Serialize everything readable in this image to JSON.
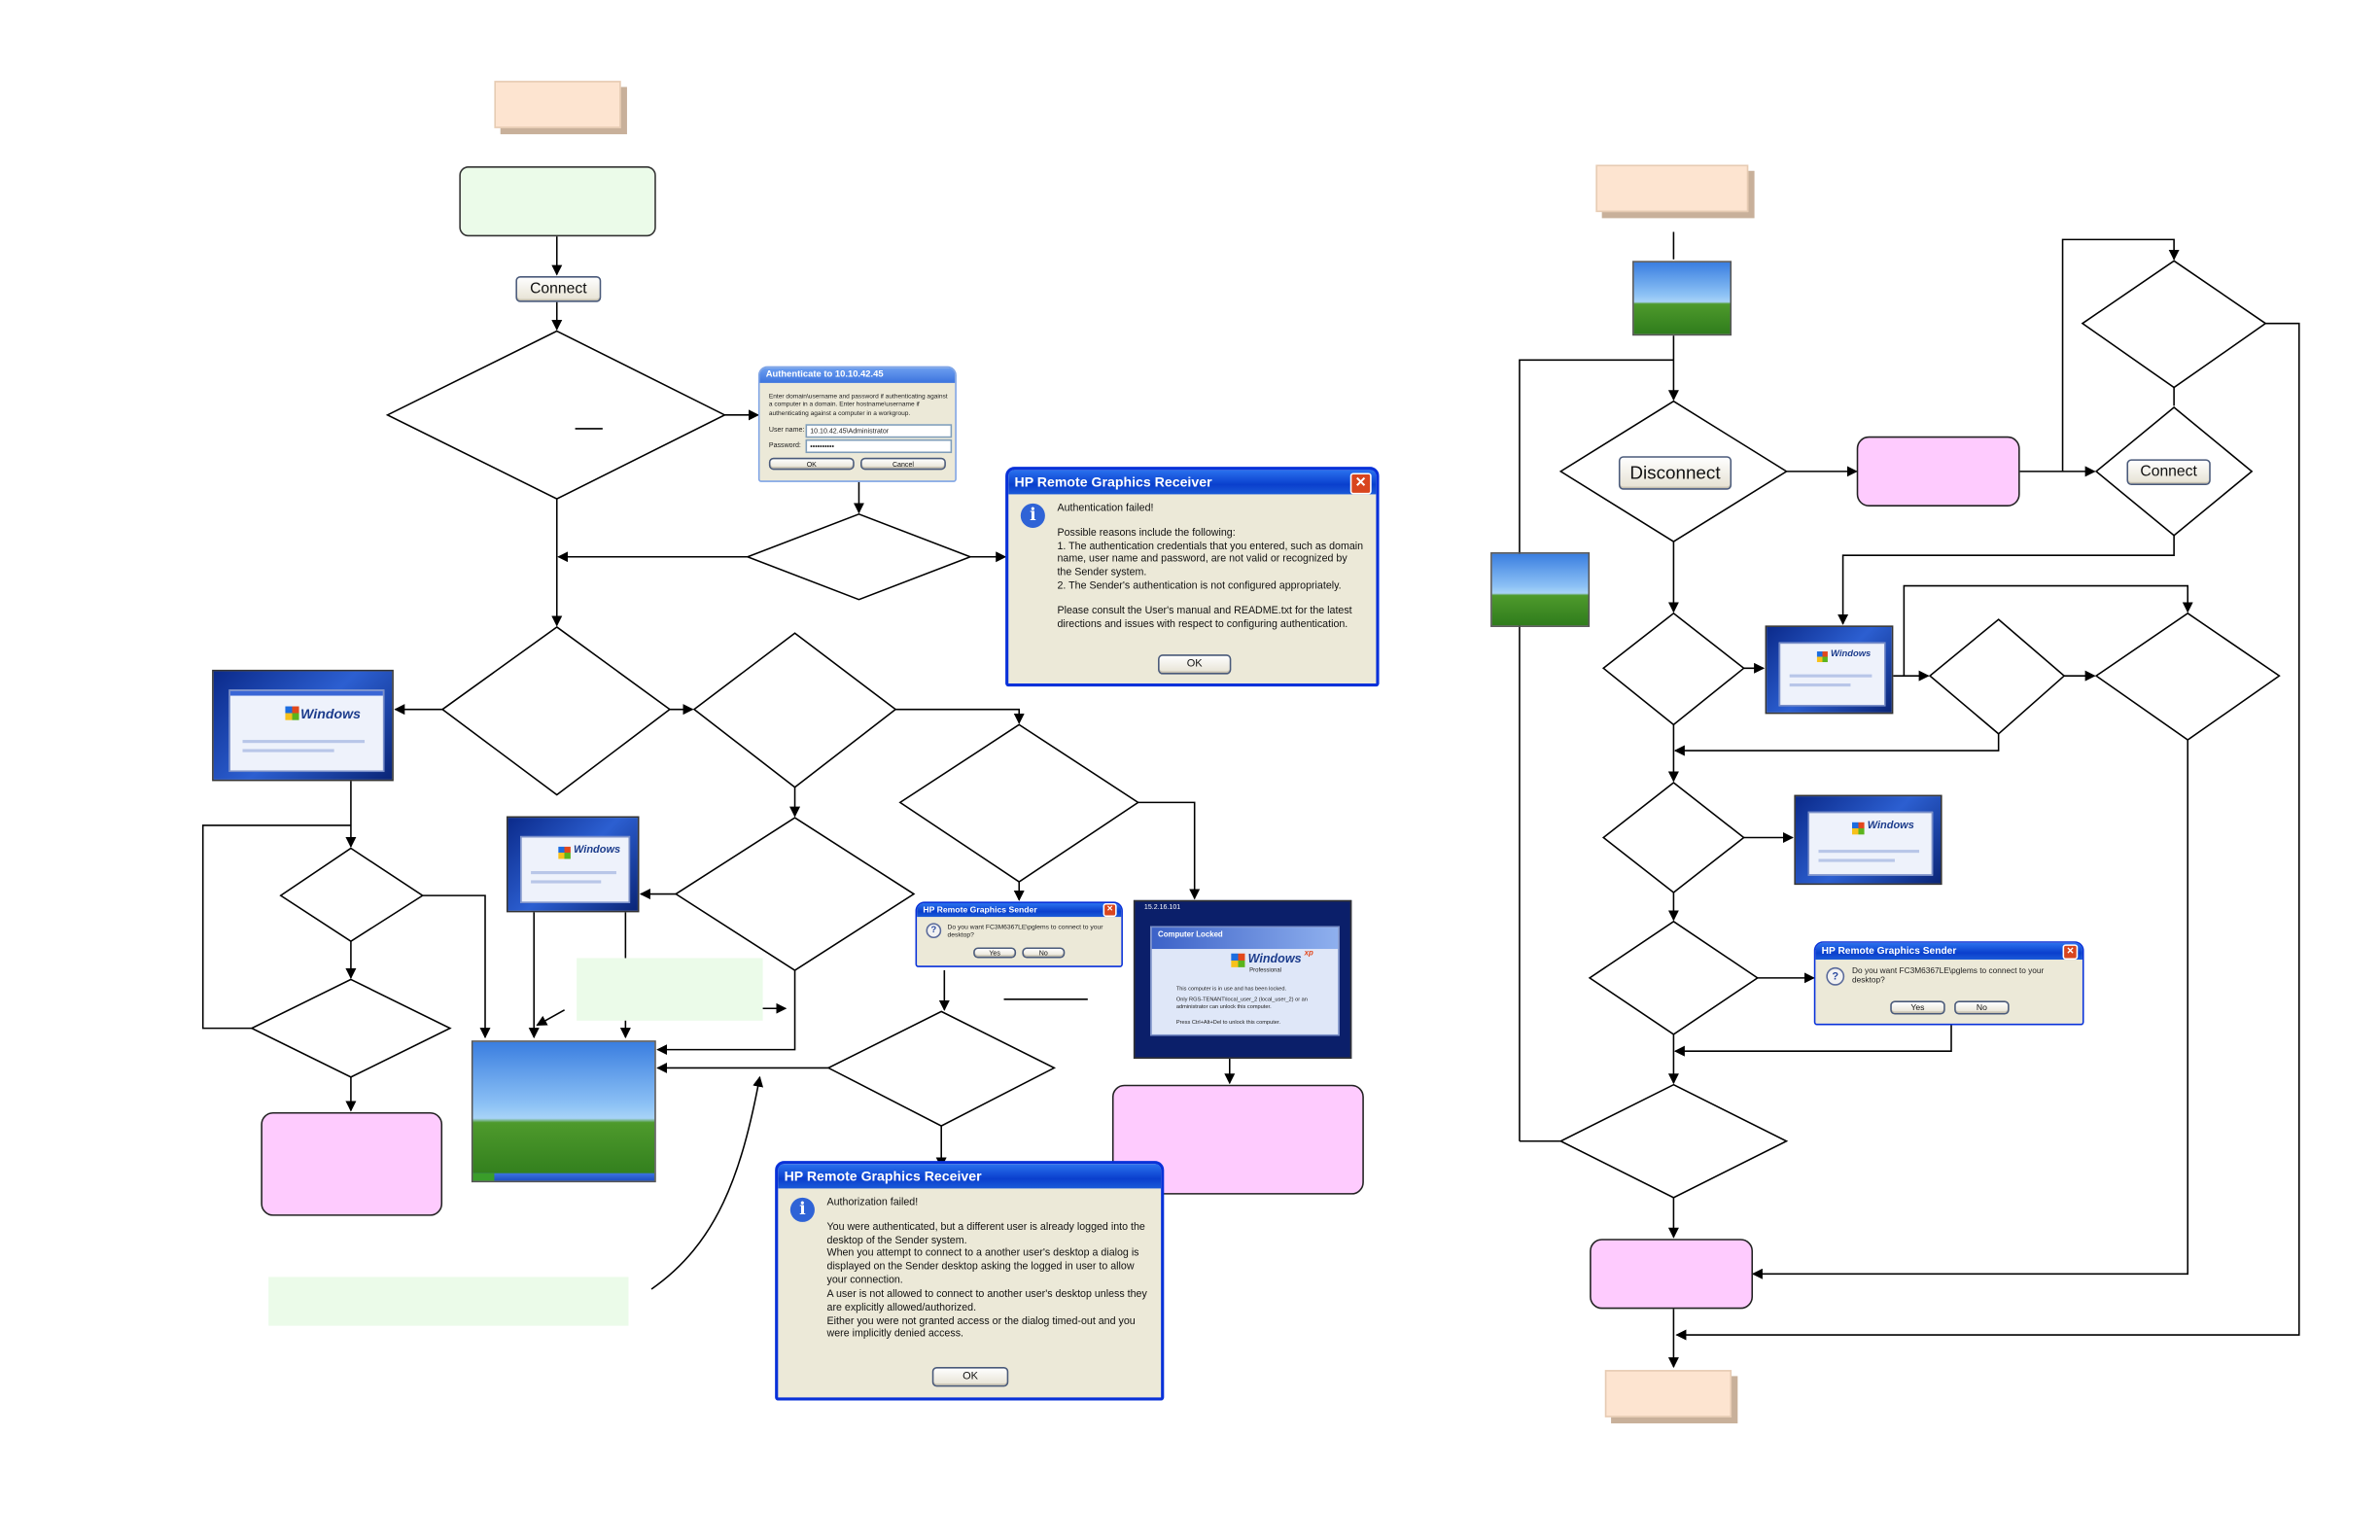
{
  "connect_button_label": "Connect",
  "disconnect_button_label": "Disconnect",
  "auth_dialog": {
    "title": "Authenticate to 10.10.42.45",
    "message": "Enter domain\\username and password if authenticating against a computer in a domain. Enter hostname\\username if authenticating against a computer in a workgroup.",
    "username_label": "User name:",
    "username_value": "10.10.42.45\\Administrator",
    "password_label": "Password:",
    "password_value": "••••••••••",
    "ok_label": "OK",
    "cancel_label": "Cancel"
  },
  "auth_failed_dialog": {
    "title": "HP Remote Graphics Receiver",
    "heading": "Authentication failed!",
    "reasons_intro": "Possible reasons include the following:",
    "reason_1": "1. The authentication credentials that you entered, such as domain name, user name and password, are not valid or recognized by the Sender system.",
    "reason_2": "2. The Sender's authentication is not configured appropriately.",
    "consult": "Please consult the User's manual and README.txt for the latest directions and issues with respect to configuring authentication.",
    "ok_label": "OK"
  },
  "authz_failed_dialog": {
    "title": "HP Remote Graphics Receiver",
    "heading": "Authorization failed!",
    "p1": "You were authenticated, but a different user is already logged into the desktop of the Sender system.",
    "p2": "When you attempt to connect to a another user's desktop a dialog is displayed on the Sender desktop asking the logged in user to allow your connection.",
    "p3": "A user is not allowed to connect to another user's desktop unless they are explicitly allowed/authorized.",
    "p4": "Either you were not granted access or the dialog timed-out and you were implicitly denied access.",
    "ok_label": "OK"
  },
  "sender_dialog_left": {
    "title": "HP Remote Graphics Sender",
    "question": "Do you want FC3M6367LE\\pglems to connect to your desktop?",
    "yes_label": "Yes",
    "no_label": "No"
  },
  "sender_dialog_right": {
    "title": "HP Remote Graphics Sender",
    "question": "Do you want FC3M6367LE\\pglems to connect to your desktop?",
    "yes_label": "Yes",
    "no_label": "No"
  },
  "computer_locked": {
    "titlebar": "15.2.16.101",
    "heading": "Computer Locked",
    "body": "This computer is in use and has been locked.",
    "body2": "Only RGS-TENANT\\local_user_2 (local_user_2) or an administrator can unlock this computer.",
    "hint": "Press Ctrl+Alt+Del to unlock this computer."
  },
  "windows_logo": {
    "word": "Windows",
    "edition": "Professional",
    "xp": "xp"
  },
  "colors": {
    "terminator": "#fde4d0",
    "note": "#ebfbe9",
    "process": "#fecbfe",
    "xp_blue": "#0831d9"
  }
}
